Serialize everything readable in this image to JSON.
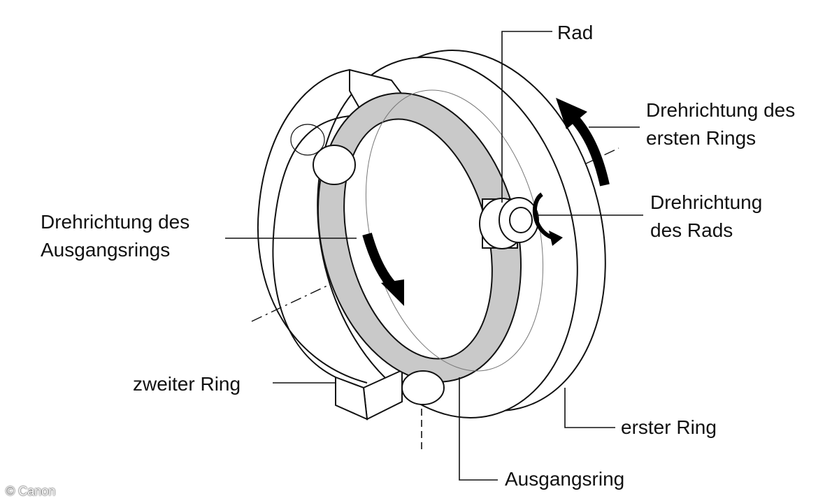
{
  "labels": {
    "rad": "Rad",
    "drehrichtung_erster_ring_line1": "Drehrichtung des",
    "drehrichtung_erster_ring_line2": "ersten Rings",
    "drehrichtung_rad_line1": "Drehrichtung",
    "drehrichtung_rad_line2": "des Rads",
    "drehrichtung_ausgangsring_line1": "Drehrichtung des",
    "drehrichtung_ausgangsring_line2": "Ausgangsrings",
    "zweiter_ring": "zweiter Ring",
    "erster_ring": "erster Ring",
    "ausgangsring": "Ausgangsring"
  },
  "credit": "© Canon",
  "colors": {
    "stroke": "#111111",
    "ring_fill": "#ffffff",
    "output_ring_fill": "#c9c9c9",
    "arrow": "#000000"
  }
}
